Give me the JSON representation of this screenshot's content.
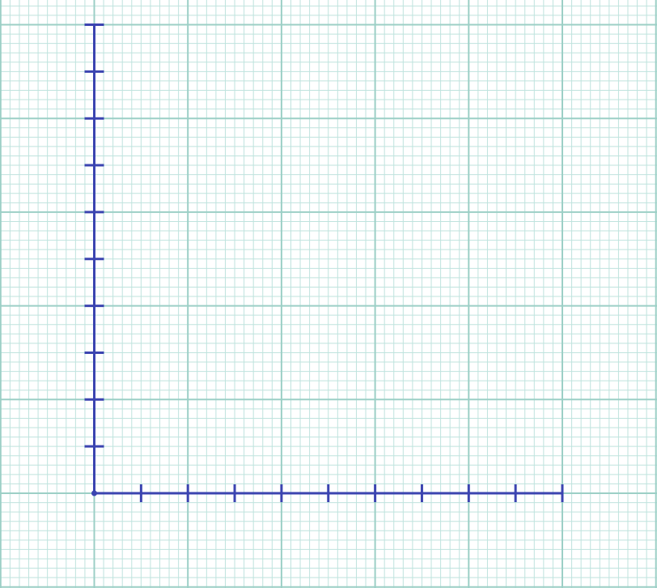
{
  "colors": {
    "background": "#ffffff",
    "minor_grid": "#bfe3de",
    "major_grid": "#9ccfc6",
    "axis": "#3b44b0"
  },
  "graph": {
    "minor_per_major": 10,
    "x_axis_ticks": 10,
    "y_axis_ticks": 10,
    "tick_labels": "none",
    "origin_marker": "dot"
  }
}
